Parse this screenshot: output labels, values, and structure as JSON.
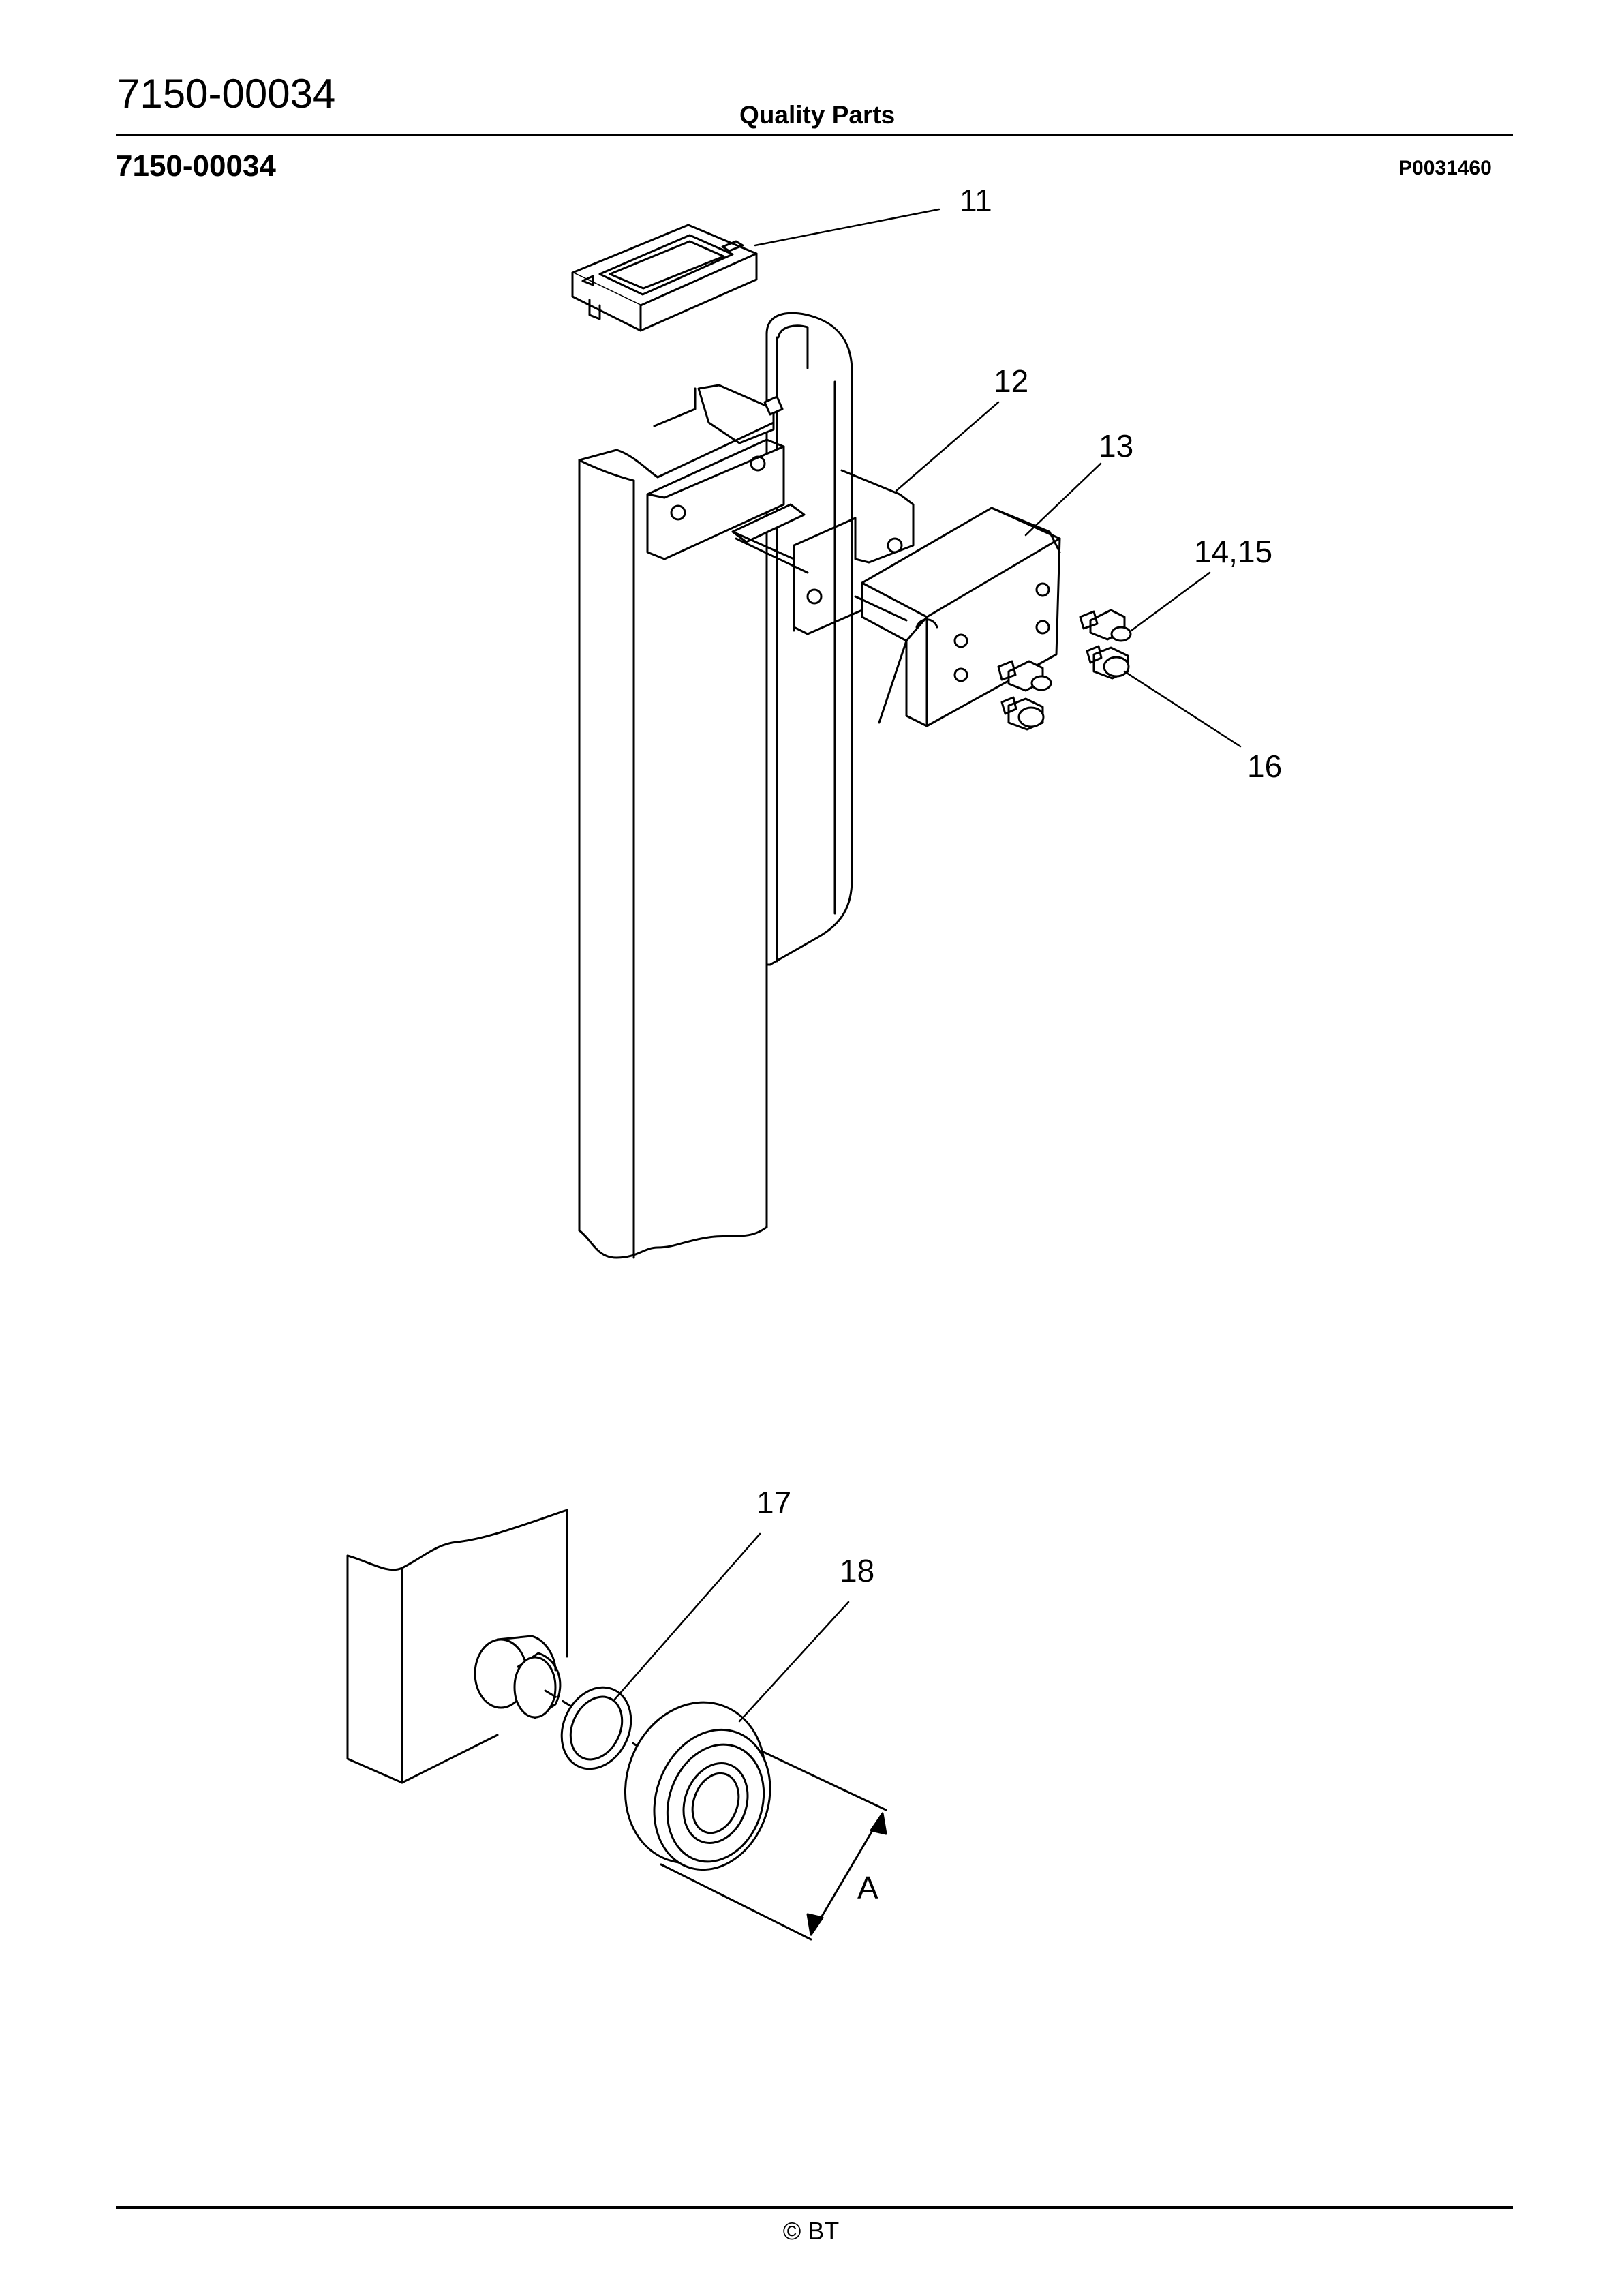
{
  "header": {
    "doc_number": "7150-00034",
    "brand": "Quality Parts"
  },
  "section": {
    "title": "7150-00034",
    "figure_id": "P0031460"
  },
  "callouts": {
    "c11": "11",
    "c12": "12",
    "c13": "13",
    "c14_15": "14,15",
    "c16": "16",
    "c17": "17",
    "c18": "18",
    "dimA": "A"
  },
  "footer": {
    "copyright": "© BT"
  }
}
